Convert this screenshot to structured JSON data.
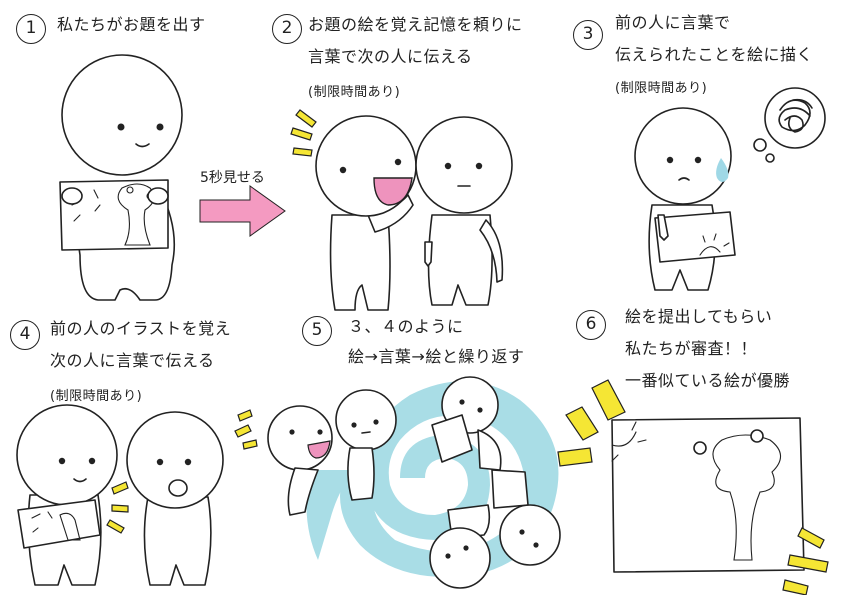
{
  "steps": [
    {
      "num": "1",
      "lines": [
        "私たちがお題を出す"
      ]
    },
    {
      "num": "2",
      "lines": [
        "お題の絵を覚え記憶を頼りに",
        "言葉で次の人に伝える",
        "(制限時間あり)"
      ]
    },
    {
      "num": "3",
      "lines": [
        "前の人に言葉で",
        "伝えられたことを絵に描く",
        "(制限時間あり)"
      ]
    },
    {
      "num": "4",
      "lines": [
        "前の人のイラストを覚え",
        "次の人に言葉で伝える",
        "(制限時間あり)"
      ]
    },
    {
      "num": "5",
      "lines": [
        "３、４のように",
        "絵→言葉→絵と繰り返す"
      ]
    },
    {
      "num": "6",
      "lines": [
        "絵を提出してもらい",
        "私たちが審査！！",
        "一番似ている絵が優勝"
      ]
    }
  ],
  "arrow_label": "5秒見せる",
  "colors": {
    "arrow": "#f49ac1",
    "swirl": "#a9dde6",
    "accent": "#f5e634",
    "mouth": "#ee93bd",
    "sweat": "#9fd8e6",
    "line": "#222222"
  }
}
